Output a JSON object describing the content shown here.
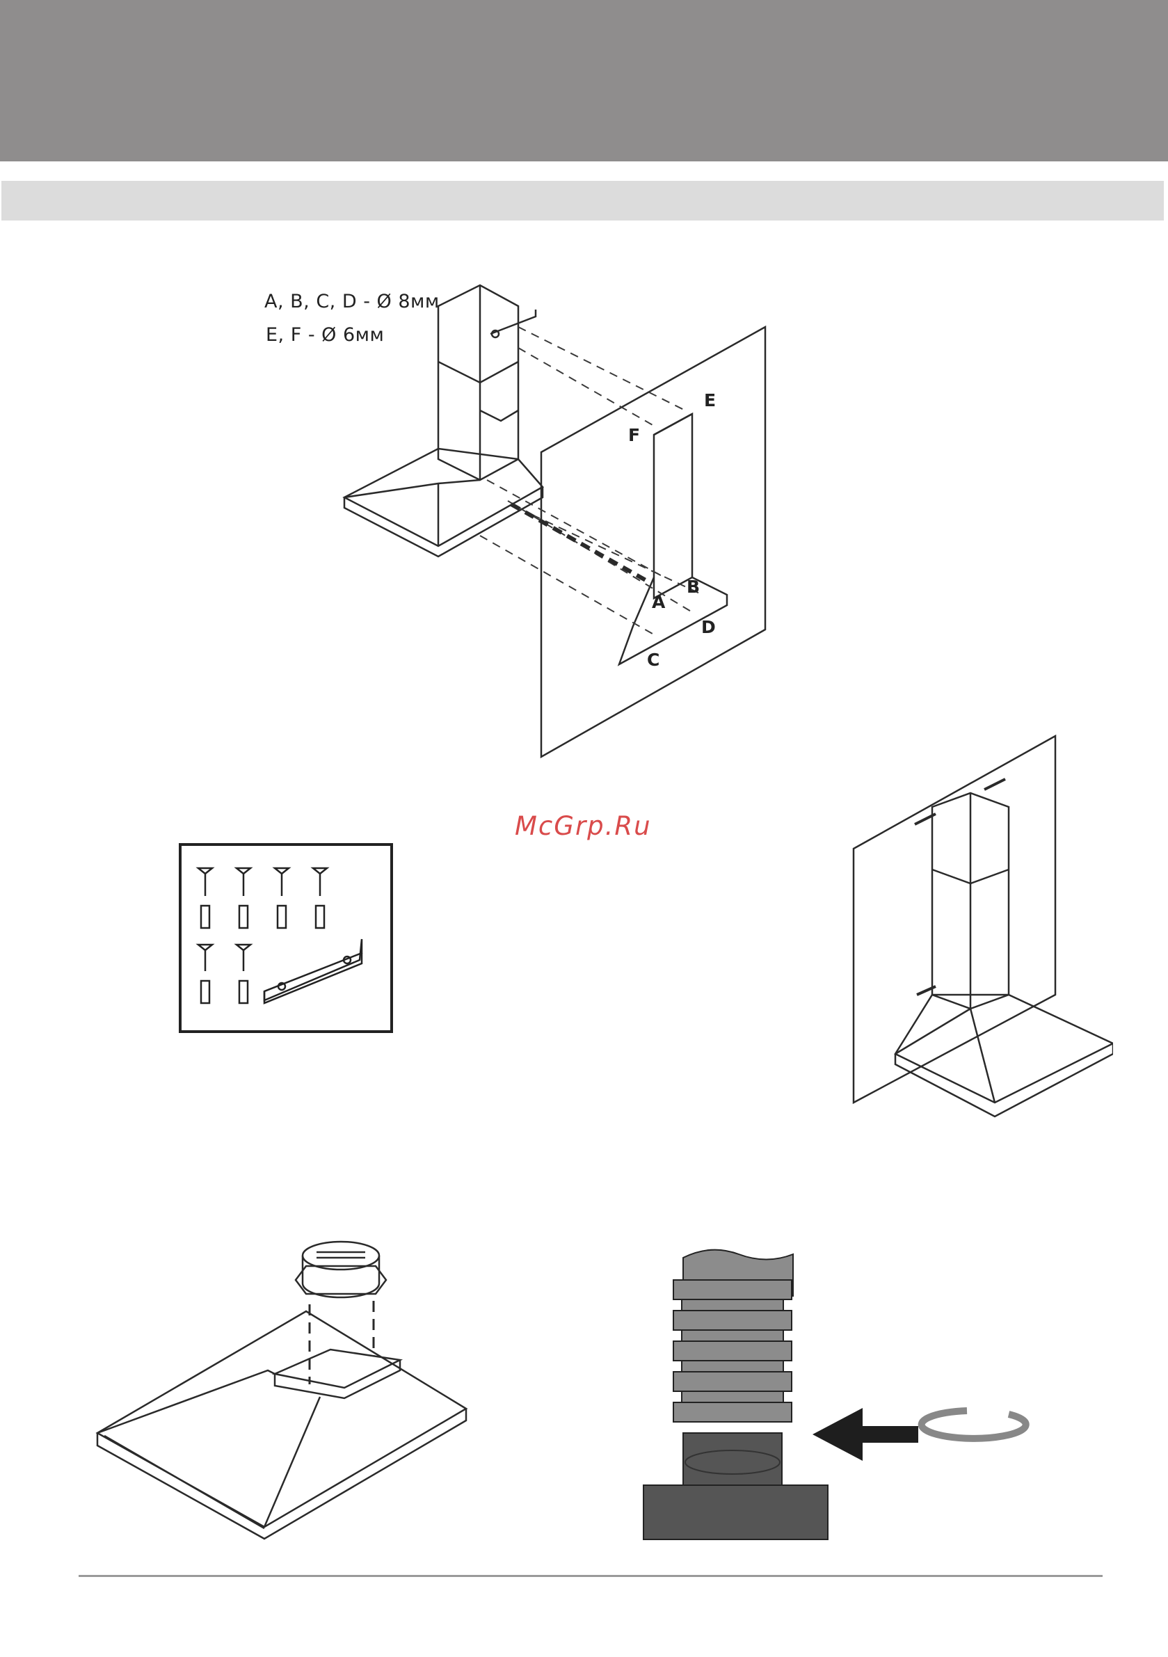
{
  "header": {
    "band_color": "#8f8d8d",
    "sub_band_color": "#dcdcdc"
  },
  "specs": {
    "line1": "A, B, C, D - Ø 8мм",
    "line2": "E, F - Ø 6мм"
  },
  "mounting_points": [
    "A",
    "B",
    "C",
    "D",
    "E",
    "F"
  ],
  "watermark": "McGrp.Ru",
  "colors": {
    "watermark": "#d94b4b",
    "flange_dark": "#555555",
    "hose_gray": "#8c8c8c"
  }
}
